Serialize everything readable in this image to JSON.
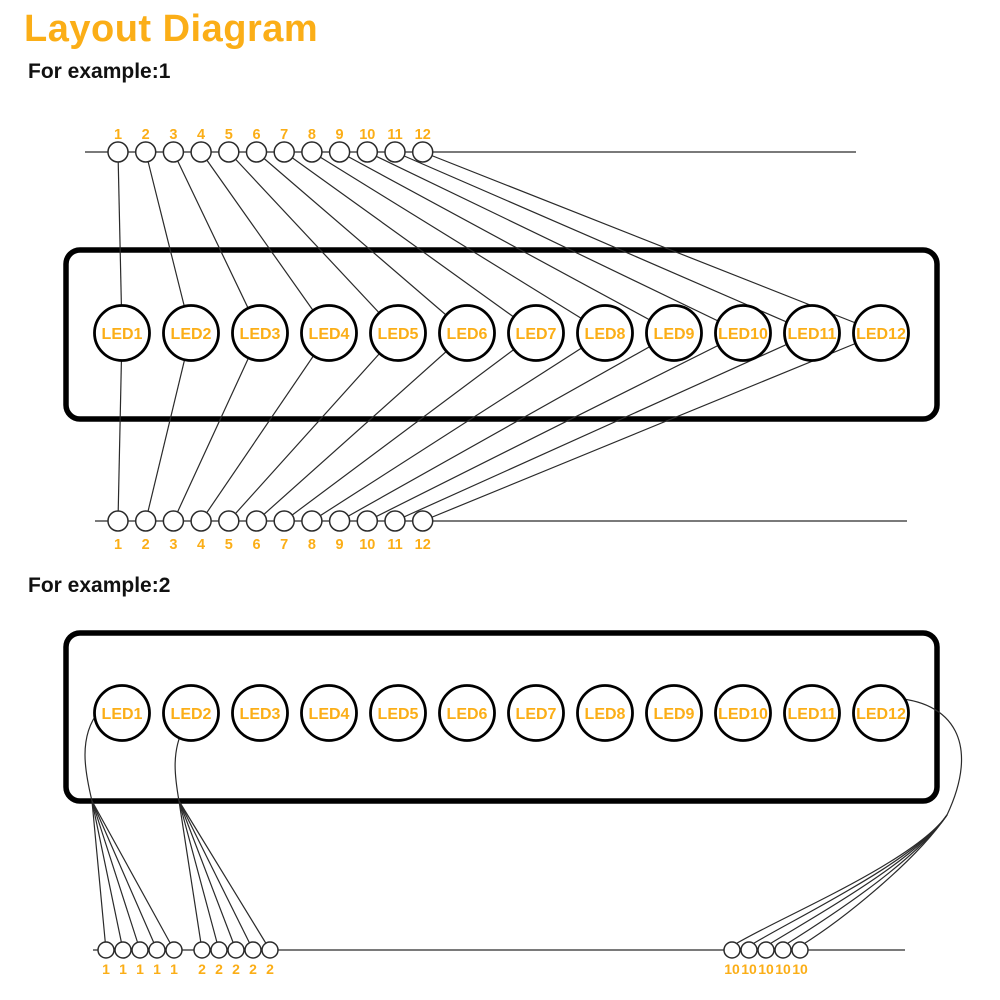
{
  "title": "Layout Diagram",
  "colors": {
    "accent": "#FBAE17",
    "wire": "#2a2a2a",
    "outline": "#000000",
    "background": "#ffffff"
  },
  "examples": [
    {
      "label": "For example:1",
      "leds": [
        "LED1",
        "LED2",
        "LED3",
        "LED4",
        "LED5",
        "LED6",
        "LED7",
        "LED8",
        "LED9",
        "LED10",
        "LED11",
        "LED12"
      ],
      "top_terminals": [
        "1",
        "2",
        "3",
        "4",
        "5",
        "6",
        "7",
        "8",
        "9",
        "10",
        "11",
        "12"
      ],
      "bottom_terminals": [
        "1",
        "2",
        "3",
        "4",
        "5",
        "6",
        "7",
        "8",
        "9",
        "10",
        "11",
        "12"
      ]
    },
    {
      "label": "For example:2",
      "leds": [
        "LED1",
        "LED2",
        "LED3",
        "LED4",
        "LED5",
        "LED6",
        "LED7",
        "LED8",
        "LED9",
        "LED10",
        "LED11",
        "LED12"
      ],
      "wire_groups": [
        {
          "from_led": "LED1",
          "terminal_labels": [
            "1",
            "1",
            "1",
            "1",
            "1"
          ]
        },
        {
          "from_led": "LED2",
          "terminal_labels": [
            "2",
            "2",
            "2",
            "2",
            "2"
          ]
        },
        {
          "from_led": "LED12",
          "terminal_labels": [
            "10",
            "10",
            "10",
            "10",
            "10"
          ]
        }
      ]
    }
  ]
}
